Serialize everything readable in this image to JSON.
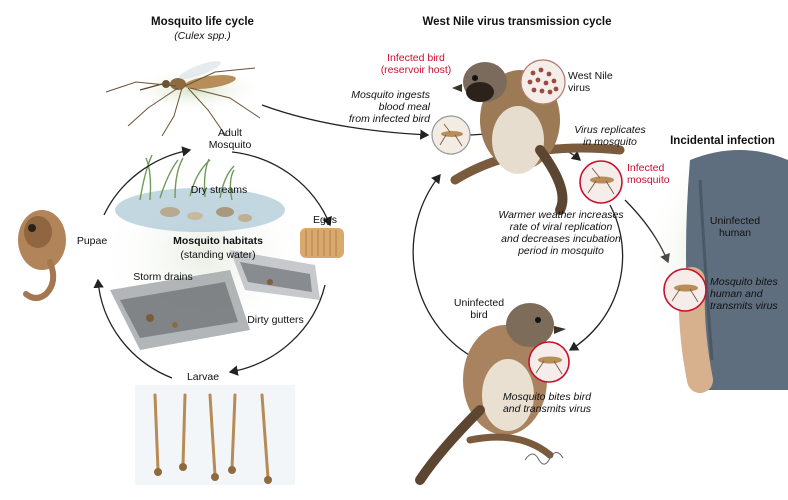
{
  "life_cycle": {
    "title": "Mosquito life cycle",
    "subtitle": "(Culex spp.)",
    "stages": {
      "adult_line1": "Adult",
      "adult_line2": "Mosquito",
      "eggs": "Eggs",
      "larvae": "Larvae",
      "pupae": "Pupae"
    },
    "habitats": {
      "title": "Mosquito habitats",
      "subtitle": "(standing water)",
      "dry_streams": "Dry streams",
      "storm_drains": "Storm drains",
      "dirty_gutters": "Dirty gutters"
    }
  },
  "transmission": {
    "title": "West Nile virus transmission cycle",
    "infected_bird_line1": "Infected bird",
    "infected_bird_line2": "(reservoir host)",
    "virus_line1": "West Nile",
    "virus_line2": "virus",
    "blood_meal_line1": "Mosquito ingests",
    "blood_meal_line2": "blood meal",
    "blood_meal_line3": "from infected bird",
    "replicates_line1": "Virus replicates",
    "replicates_line2": "in mosquito",
    "infected_mosquito_line1": "Infected",
    "infected_mosquito_line2": "mosquito",
    "warmer_line1": "Warmer weather increases",
    "warmer_line2": "rate of viral replication",
    "warmer_line3": "and decreases incubation",
    "warmer_line4": "period in mosquito",
    "uninfected_bird_line1": "Uninfected",
    "uninfected_bird_line2": "bird",
    "bites_bird_line1": "Mosquito bites bird",
    "bites_bird_line2": "and transmits virus"
  },
  "incidental": {
    "title": "Incidental infection",
    "uninfected_human_line1": "Uninfected",
    "uninfected_human_line2": "human",
    "bites_human_line1": "Mosquito bites",
    "bites_human_line2": "human and",
    "bites_human_line3": "transmits virus"
  },
  "colors": {
    "infected_red": "#c8102e",
    "arrow": "#222222",
    "water_blue": "#8fb5c9",
    "grass_green": "#6f9a5a",
    "bird_brown": "#8a6a4a"
  }
}
